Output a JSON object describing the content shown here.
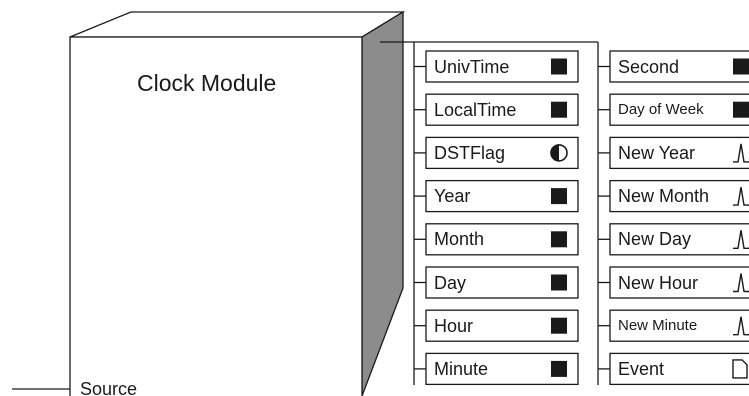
{
  "module": {
    "title": "Clock Module",
    "input_label": "Source"
  },
  "outputs_left": [
    {
      "label": "UnivTime",
      "icon": "square-icon"
    },
    {
      "label": "LocalTime",
      "icon": "square-icon"
    },
    {
      "label": "DSTFlag",
      "icon": "half-circle-icon"
    },
    {
      "label": "Year",
      "icon": "square-icon"
    },
    {
      "label": "Month",
      "icon": "square-icon"
    },
    {
      "label": "Day",
      "icon": "square-icon"
    },
    {
      "label": "Hour",
      "icon": "square-icon"
    },
    {
      "label": "Minute",
      "icon": "square-icon"
    }
  ],
  "outputs_right": [
    {
      "label": "Second",
      "icon": "square-icon"
    },
    {
      "label": "Day of Week",
      "icon": "square-icon"
    },
    {
      "label": "New Year",
      "icon": "pulse-icon"
    },
    {
      "label": "New Month",
      "icon": "pulse-icon"
    },
    {
      "label": "New Day",
      "icon": "pulse-icon"
    },
    {
      "label": "New Hour",
      "icon": "pulse-icon"
    },
    {
      "label": "New Minute",
      "icon": "pulse-icon"
    },
    {
      "label": "Event",
      "icon": "document-icon"
    }
  ],
  "colors": {
    "stroke": "#1a1a1a",
    "side_face": "#8c8c8c",
    "background": "#ffffff"
  }
}
